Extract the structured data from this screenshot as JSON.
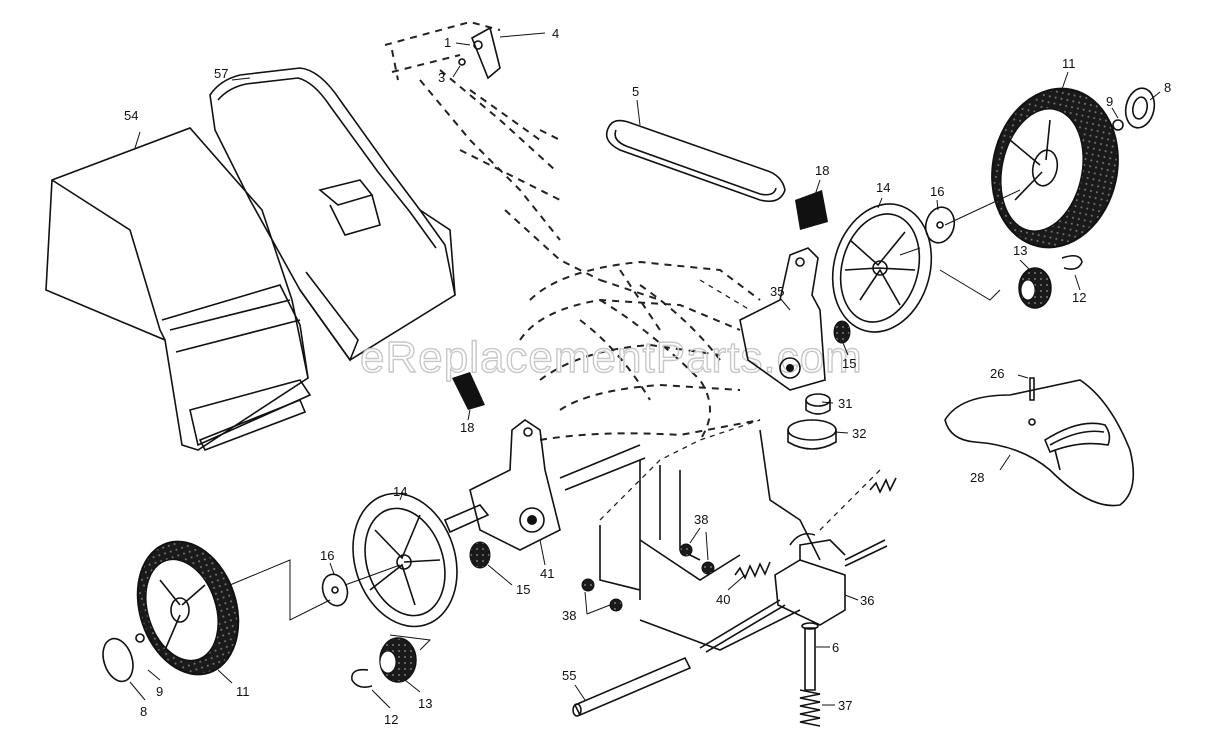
{
  "watermark": "eReplacementParts.com",
  "callouts": {
    "c1": "1",
    "c3": "3",
    "c4": "4",
    "c5": "5",
    "c6": "6",
    "c8_right": "8",
    "c8_left": "8",
    "c9_right": "9",
    "c9_left": "9",
    "c11_right": "11",
    "c11_left": "11",
    "c12_right": "12",
    "c12_left": "12",
    "c13_right": "13",
    "c13_left": "13",
    "c14_right": "14",
    "c14_left": "14",
    "c15_right": "15",
    "c15_left": "15",
    "c16_right": "16",
    "c16_left": "16",
    "c18_right": "18",
    "c18_left": "18",
    "c26": "26",
    "c28": "28",
    "c31": "31",
    "c32": "32",
    "c35": "35",
    "c36": "36",
    "c37": "37",
    "c38_upper": "38",
    "c38_lower": "38",
    "c40": "40",
    "c41": "41",
    "c54": "54",
    "c55": "55",
    "c57": "57"
  },
  "colors": {
    "ink": "#111111",
    "watermark": "#c8c8c8",
    "background": "#ffffff"
  }
}
